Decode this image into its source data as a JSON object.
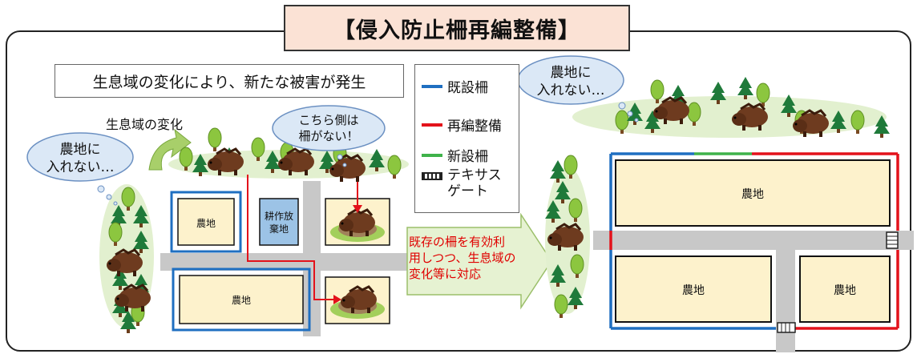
{
  "title": "【侵入防止柵再編整備】",
  "subtitle": "生息域の変化により、新たな被害が発生",
  "legend": {
    "existing_fence": "既設柵",
    "reorganized": "再編整備",
    "new_fence": "新設柵",
    "texas_gate_line1": "テキサス",
    "texas_gate_line2": "ゲート"
  },
  "colors": {
    "existing_fence": "#1f6fc1",
    "reorganized": "#e3121b",
    "new_fence": "#3fb24a",
    "farmland": "#fdf2cc",
    "abandoned": "#9cc3e6",
    "road": "#c8c8c8",
    "title_bg": "#fbe2d5",
    "arrow_fill": "#e6f2d2"
  },
  "left": {
    "habitat_change": "生息域の変化",
    "bubble_left_line1": "農地に",
    "bubble_left_line2": "入れない…",
    "bubble_mid_line1": "こちら側は",
    "bubble_mid_line2": "柵がない！",
    "farm_small": "農地",
    "abandoned_line1": "耕作放",
    "abandoned_line2": "棄地",
    "farm_bottom": "農地"
  },
  "arrow_text": {
    "line1": "既存の柵を有効利",
    "line2": "用しつつ、生息域の",
    "line3": "変化等に対応"
  },
  "right": {
    "bubble_line1": "農地に",
    "bubble_line2": "入れない…",
    "farm_top": "農地",
    "farm_bottom_left": "農地",
    "farm_bottom_right": "農地"
  }
}
